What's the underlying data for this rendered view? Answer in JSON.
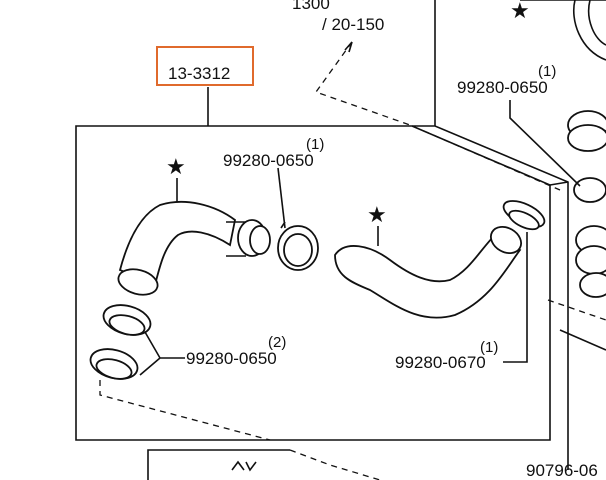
{
  "diagram": {
    "main_part_number": "13-3312",
    "top_fragment_number": "1300",
    "top_fragment_ref": "/ 20-150",
    "bottom_right_fragment": "90796-06",
    "callouts": [
      {
        "id": "clamp-top",
        "part": "99280-0650",
        "qty": "(1)"
      },
      {
        "id": "clamp-left",
        "part": "99280-0650",
        "qty": "(2)"
      },
      {
        "id": "clamp-right",
        "part": "99280-0670",
        "qty": "(1)"
      },
      {
        "id": "clamp-side",
        "part": "99280-0650",
        "qty": "(1)"
      }
    ],
    "highlight_color": "#e06a2c",
    "star_symbol": "★"
  }
}
